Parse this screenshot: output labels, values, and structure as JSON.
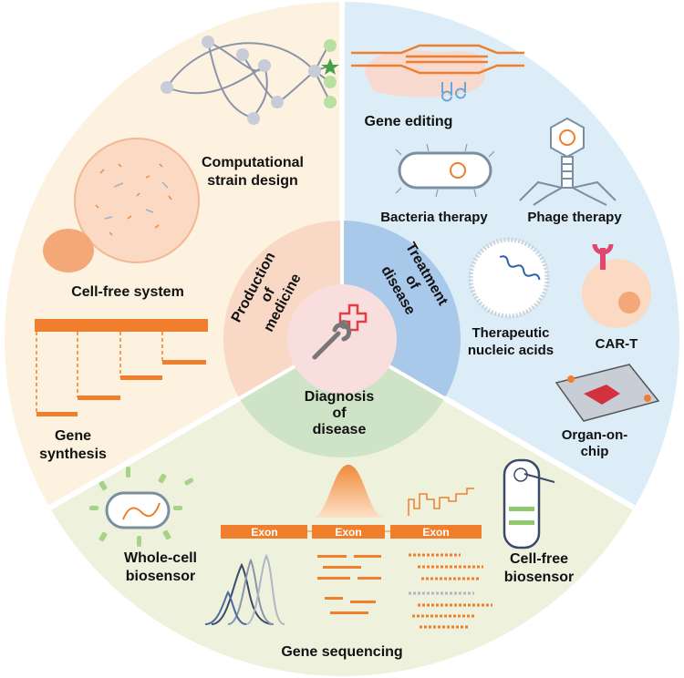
{
  "outer_sections": {
    "production": {
      "computational_strain_design": [
        "Computational",
        "strain design"
      ],
      "cell_free_system": "Cell-free system",
      "gene_synthesis": [
        "Gene",
        "synthesis"
      ]
    },
    "treatment": {
      "gene_editing": "Gene editing",
      "bacteria_therapy": "Bacteria therapy",
      "phage_therapy": "Phage therapy",
      "therapeutic_nucleic_acids": [
        "Therapeutic",
        "nucleic acids"
      ],
      "car_t": "CAR-T",
      "organ_on_chip": [
        "Organ-on-",
        "chip"
      ]
    },
    "diagnosis": {
      "whole_cell_biosensor": [
        "Whole-cell",
        "biosensor"
      ],
      "cell_free_biosensor": [
        "Cell-free",
        "biosensor"
      ],
      "gene_sequencing": "Gene sequencing",
      "exon_labels": [
        "Exon",
        "Exon",
        "Exon"
      ]
    }
  },
  "inner_ring": {
    "production": [
      "Production",
      "of",
      "medicine"
    ],
    "treatment": [
      "Treatment",
      "of",
      "disease"
    ],
    "diagnosis": [
      "Diagnosis",
      "of",
      "disease"
    ]
  },
  "colors": {
    "production_bg": "#fdf2df",
    "treatment_bg": "#dcedf7",
    "diagnosis_bg": "#eef2dc",
    "production_inner": "#f9d8c6",
    "treatment_inner": "#a9c9ea",
    "diagnosis_inner": "#cfe3c7",
    "center": "#f9dede",
    "accent_orange": "#ef7f2d",
    "accent_green": "#8fc96c"
  },
  "icons": [
    "cross-wrench-icon",
    "network-icon",
    "star-icon",
    "dna-icon",
    "phage-icon",
    "cell-icon",
    "chip-icon"
  ]
}
